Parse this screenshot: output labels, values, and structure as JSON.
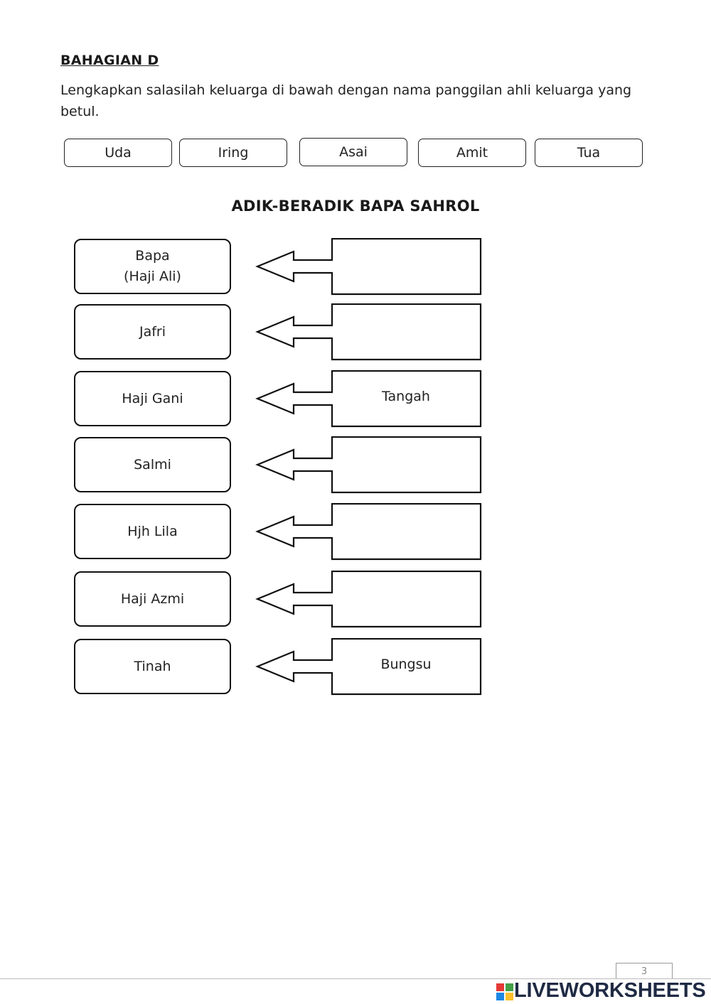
{
  "section": {
    "title": "BAHAGIAN D"
  },
  "instruction": "Lengkapkan salasilah keluarga di bawah dengan nama panggilan ahli keluarga yang betul.",
  "word_bank": [
    "Uda",
    "Iring",
    "Asai",
    "Amit",
    "Tua"
  ],
  "heading": "ADIK-BERADIK BAPA SAHROL",
  "rows": [
    {
      "name_lines": [
        "Bapa",
        "(Haji Ali)"
      ],
      "answer": ""
    },
    {
      "name_lines": [
        "Jafri"
      ],
      "answer": ""
    },
    {
      "name_lines": [
        "Haji Gani"
      ],
      "answer": "Tangah"
    },
    {
      "name_lines": [
        "Salmi"
      ],
      "answer": ""
    },
    {
      "name_lines": [
        "Hjh Lila"
      ],
      "answer": ""
    },
    {
      "name_lines": [
        "Haji Azmi"
      ],
      "answer": ""
    },
    {
      "name_lines": [
        "Tinah"
      ],
      "answer": "Bungsu"
    }
  ],
  "footer": {
    "page_number": "3",
    "brand": "LIVEWORKSHEETS"
  },
  "colors": {
    "brand_text": "#1f2a44",
    "logo_red": "#e53935",
    "logo_green": "#43a047",
    "logo_blue": "#1e88e5",
    "logo_yellow": "#fbc02d"
  }
}
